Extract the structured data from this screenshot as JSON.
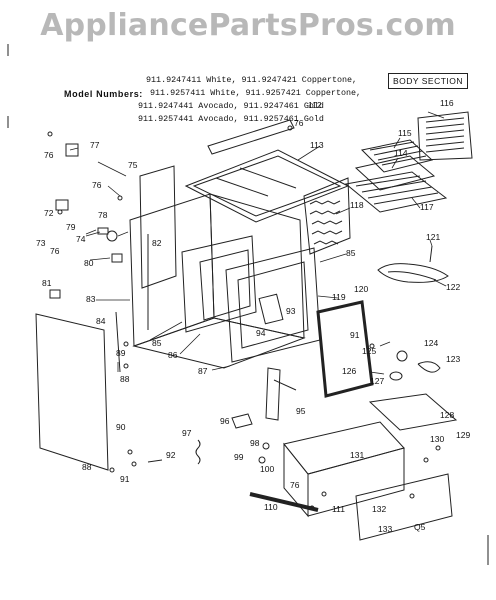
{
  "watermark": "AppliancePartsPros.com",
  "header": {
    "model_label": "Model Numbers:",
    "section_title": "BODY SECTION",
    "model_lines": [
      "911.9247411  White,  911.9247421  Coppertone,",
      "911.9257411  White,  911.9257421  Coppertone,",
      "911.9247441  Avocado,           911.9247461  Gold",
      "911.9257441  Avocado,           911.9257461  Gold"
    ]
  },
  "callouts": [
    "72",
    "73",
    "74",
    "75",
    "76",
    "76",
    "76",
    "76",
    "76",
    "77",
    "78",
    "79",
    "80",
    "81",
    "82",
    "83",
    "84",
    "85",
    "85",
    "86",
    "87",
    "88",
    "88",
    "89",
    "90",
    "91",
    "91",
    "92",
    "93",
    "94",
    "95",
    "96",
    "97",
    "98",
    "99",
    "100",
    "110",
    "111",
    "112",
    "113",
    "114",
    "115",
    "116",
    "117",
    "118",
    "119",
    "120",
    "121",
    "122",
    "123",
    "124",
    "125",
    "126",
    "127",
    "128",
    "129",
    "130",
    "131",
    "132",
    "133",
    "Q5"
  ]
}
